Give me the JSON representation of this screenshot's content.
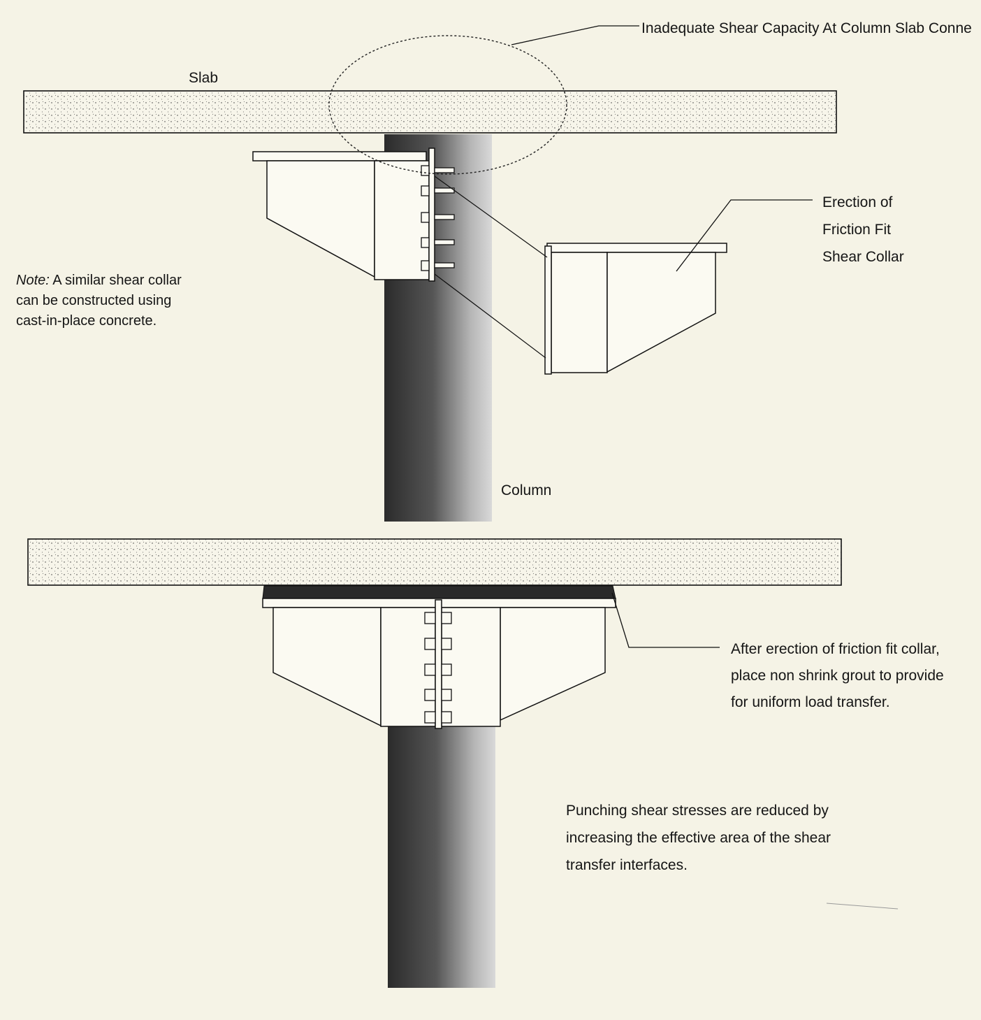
{
  "labels": {
    "top_callout": "Inadequate Shear Capacity At Column Slab Conne",
    "slab": "Slab",
    "column": "Column",
    "erection": [
      "Erection of",
      "Friction Fit",
      "Shear Collar"
    ],
    "note_prefix": "Note:",
    "note_lines": [
      " A similar shear collar",
      "can be constructed using",
      "cast-in-place concrete."
    ],
    "grout": [
      "After erection of friction fit collar,",
      "place non shrink grout to provide",
      "for uniform load transfer."
    ],
    "punching": [
      "Punching shear stresses are reduced by",
      "increasing the effective area of the shear",
      "transfer interfaces."
    ]
  },
  "colors": {
    "paper": "#f5f3e6",
    "ink": "#151515",
    "column_dark": "#2b2b2b",
    "column_light": "#d9d9d9",
    "grout": "#2a2a2a"
  }
}
